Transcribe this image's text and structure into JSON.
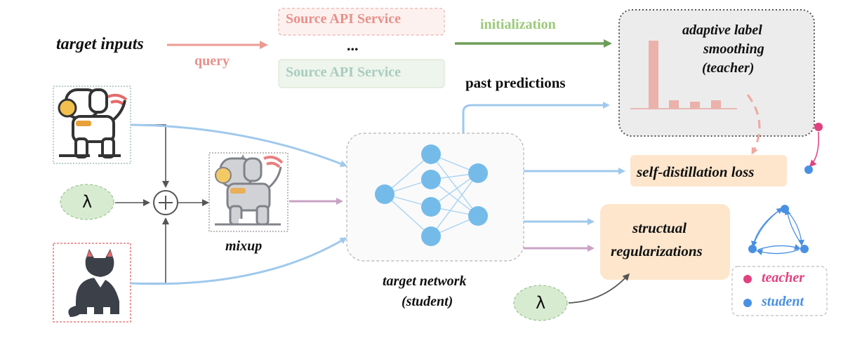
{
  "labels": {
    "target_inputs": "target inputs",
    "query": "query",
    "source_api_1": "Source API Service",
    "ellipsis": "...",
    "source_api_2": "Source API Service",
    "initialization": "initialization",
    "past_predictions": "past predictions",
    "teacher_title_1": "adaptive label",
    "teacher_title_2": "smoothing",
    "teacher_title_3": "(teacher)",
    "self_distillation_loss": "self-distillation loss",
    "structual_1": "structual",
    "structual_2": "regularizations",
    "lambda_1": "λ",
    "lambda_2": "λ",
    "mixup": "mixup",
    "target_network_1": "target network",
    "target_network_2": "(student)",
    "legend_teacher": "teacher",
    "legend_student": "student"
  },
  "colors": {
    "query_red": "#e8908a",
    "init_green": "#7fb069",
    "init_text": "#9cc97a",
    "blue_arrow": "#9fc9ec",
    "purple_arrow": "#c9a3c6",
    "node_blue": "#74bbea",
    "teacher_pink": "#e0417f",
    "student_blue": "#4a90e2",
    "orange_box": "#fde6cc",
    "lambda_green": "#d7ebd0"
  },
  "icons": [
    "robot-dog-icon",
    "cat-icon",
    "mixup-image-icon",
    "neural-network-icon",
    "bar-chart-icon",
    "graph-icon"
  ]
}
